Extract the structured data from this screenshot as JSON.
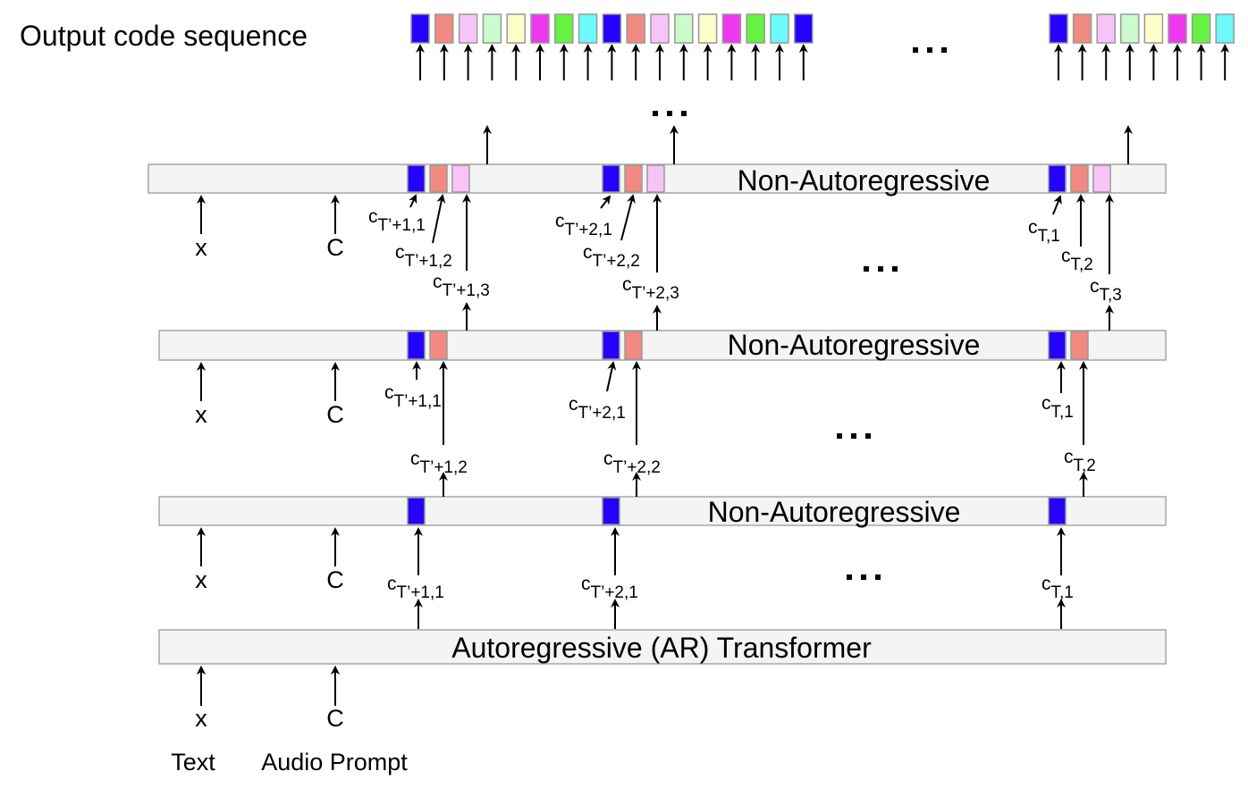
{
  "title": "Output code sequence",
  "palette": {
    "q1": "#2400ff",
    "q2": "#f08a80",
    "q3": "#f8c4f8",
    "q4": "#ccfacc",
    "q5": "#ffffcc",
    "q6": "#ee38f0",
    "q7": "#66f240",
    "q8": "#6cfafa"
  },
  "output_sequence": {
    "group1": [
      "q1",
      "q2",
      "q3",
      "q4",
      "q5",
      "q6",
      "q7",
      "q8",
      "q1",
      "q2",
      "q3",
      "q4",
      "q5",
      "q6",
      "q7",
      "q8",
      "q1"
    ],
    "group2": [
      "q1",
      "q2",
      "q3",
      "q4",
      "q5",
      "q6",
      "q7",
      "q8"
    ],
    "ellipsis": "…"
  },
  "layers": [
    {
      "id": "nar3",
      "label": "Non-Autoregressive",
      "inputs": [
        "x",
        "C"
      ],
      "blocks": [
        {
          "tokens": [
            "q1",
            "q2",
            "q3"
          ],
          "labels": [
            [
              "c",
              "T’+1,1"
            ],
            [
              "c",
              "T’+1,2"
            ],
            [
              "c",
              "T’+1,3"
            ]
          ]
        },
        {
          "tokens": [
            "q1",
            "q2",
            "q3"
          ],
          "labels": [
            [
              "c",
              "T’+2,1"
            ],
            [
              "c",
              "T’+2,2"
            ],
            [
              "c",
              "T’+2,3"
            ]
          ]
        },
        {
          "tokens": [
            "q1",
            "q2",
            "q3"
          ],
          "labels": [
            [
              "c",
              "T,1"
            ],
            [
              "c",
              "T,2"
            ],
            [
              "c",
              "T,3"
            ]
          ]
        }
      ]
    },
    {
      "id": "nar2",
      "label": "Non-Autoregressive",
      "inputs": [
        "x",
        "C"
      ],
      "blocks": [
        {
          "tokens": [
            "q1",
            "q2"
          ],
          "labels": [
            [
              "c",
              "T’+1,1"
            ],
            [
              "c",
              "T’+1,2"
            ]
          ]
        },
        {
          "tokens": [
            "q1",
            "q2"
          ],
          "labels": [
            [
              "c",
              "T’+2,1"
            ],
            [
              "c",
              "T’+2,2"
            ]
          ]
        },
        {
          "tokens": [
            "q1",
            "q2"
          ],
          "labels": [
            [
              "c",
              "T,1"
            ],
            [
              "c",
              "T,2"
            ]
          ]
        }
      ]
    },
    {
      "id": "nar1",
      "label": "Non-Autoregressive",
      "inputs": [
        "x",
        "C"
      ],
      "blocks": [
        {
          "tokens": [
            "q1"
          ],
          "labels": [
            [
              "c",
              "T’+1,1"
            ]
          ]
        },
        {
          "tokens": [
            "q1"
          ],
          "labels": [
            [
              "c",
              "T’+2,1"
            ]
          ]
        },
        {
          "tokens": [
            "q1"
          ],
          "labels": [
            [
              "c",
              "T,1"
            ]
          ]
        }
      ]
    },
    {
      "id": "ar",
      "label": "Autoregressive (AR) Transformer",
      "inputs": [
        "x",
        "C"
      ]
    }
  ],
  "bottom_labels": {
    "text": "Text",
    "audio_prompt": "Audio Prompt"
  }
}
